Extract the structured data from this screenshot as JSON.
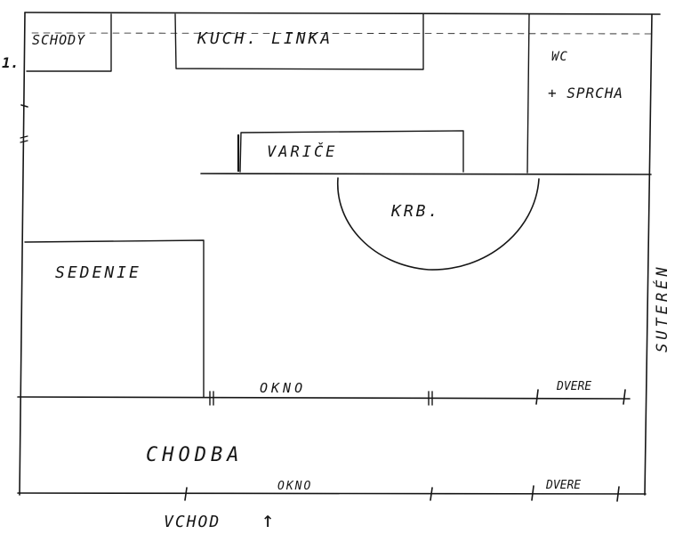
{
  "rooms": {
    "stairs": "SCHODY",
    "kitchen_counter": "KUCH. LINKA",
    "wc": "WC",
    "shower": "+ SPRCHA",
    "stove": "VARIČE",
    "fireplace": "KRB.",
    "seating": "SEDENIE",
    "corridor": "CHODBA"
  },
  "openings": {
    "window_upper": "OKNO",
    "door_upper": "DVERE",
    "window_lower": "OKNO",
    "door_lower": "DVERE"
  },
  "annotations": {
    "entrance": "VCHOD",
    "entrance_arrow": "↑",
    "basement": "SUTERÉN",
    "floor_marker": "1."
  }
}
